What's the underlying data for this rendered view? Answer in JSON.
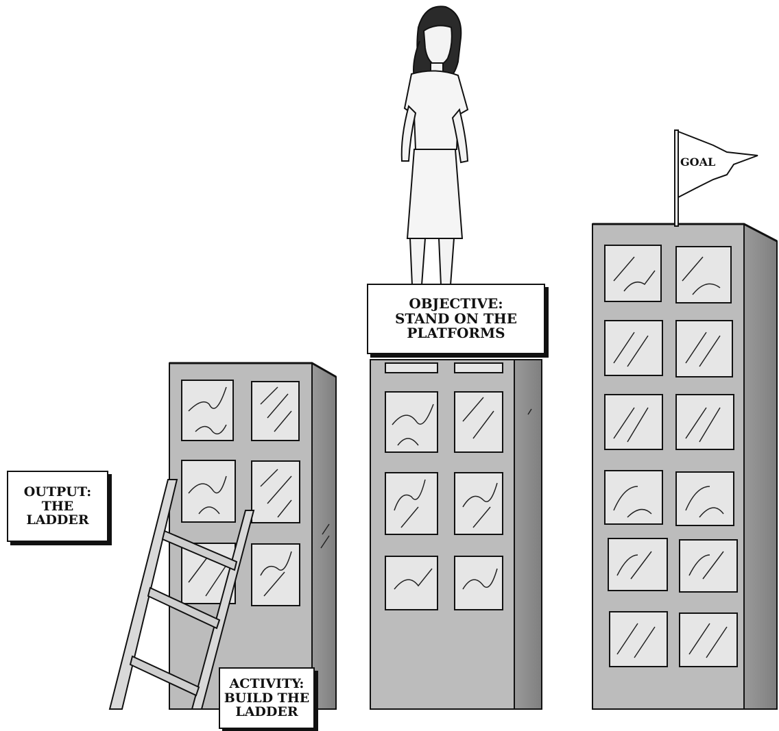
{
  "labels": {
    "output": [
      "OUTPUT:",
      "THE",
      "LADDER"
    ],
    "objective": [
      "OBJECTIVE:",
      "STAND ON THE",
      "PLATFORMS"
    ],
    "activity": [
      "ACTIVITY:",
      "BUILD THE",
      "LADDER"
    ],
    "goal": "GOAL"
  },
  "colors": {
    "building_front": "#b9b9b9",
    "building_side": "#8f8f8f",
    "window_glass": "#e4e4e4",
    "outline": "#111111"
  }
}
